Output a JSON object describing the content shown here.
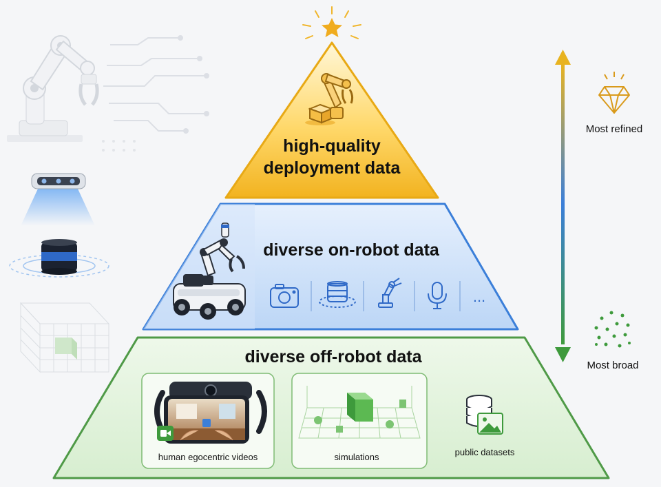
{
  "pyramid": {
    "top": {
      "line1": "high-quality",
      "line2": "deployment data",
      "color": "#f2b71f"
    },
    "middle": {
      "title": "diverse on-robot data",
      "modalities": [
        "camera-icon",
        "lidar-icon",
        "robot-arm-icon",
        "microphone-icon"
      ],
      "more": "...",
      "color": "#3b7fd9"
    },
    "bottom": {
      "title": "diverse off-robot data",
      "sources": [
        {
          "label": "human egocentric videos",
          "icon": "egocentric-camera-icon"
        },
        {
          "label": "simulations",
          "icon": "simulation-cube-icon"
        },
        {
          "label": "public datasets",
          "icon": "database-image-icon"
        }
      ],
      "color": "#5cae52"
    }
  },
  "scale": {
    "top_label": "Most refined",
    "bottom_label": "Most broad",
    "top_icon": "diamond-icon",
    "bottom_icon": "scatter-dots-icon"
  },
  "side_icons": [
    "industrial-robot-arm-icon",
    "depth-camera-icon",
    "lidar-sensor-icon",
    "3d-grid-cube-icon"
  ]
}
